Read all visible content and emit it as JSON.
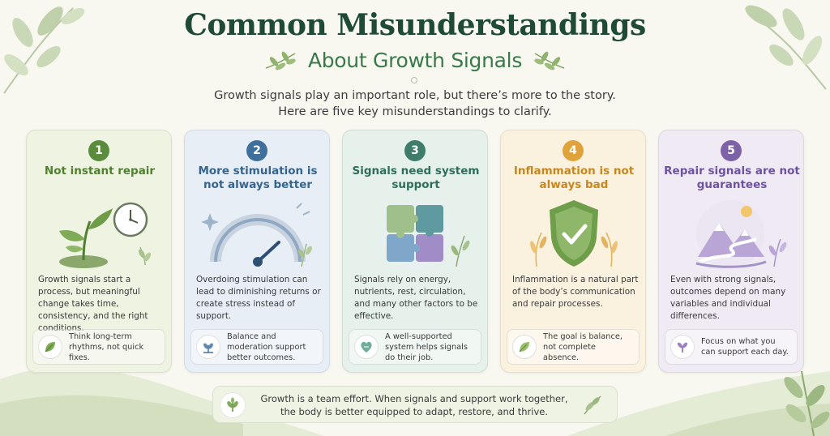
{
  "header": {
    "title": "Common Misunderstandings",
    "subtitle": "About Growth Signals",
    "intro_line1": "Growth signals play an important role, but there’s more to the story.",
    "intro_line2": "Here are five key misunderstandings to clarify."
  },
  "cards": [
    {
      "number": "1",
      "title": "Not instant repair",
      "body": "Growth signals start a process, but meaningful change takes time, consistency, and the right conditions.",
      "tip": "Think long-term rhythms, not quick fixes.",
      "icon": "sprout-clock-icon",
      "tip_icon": "leaf-icon",
      "color": "#5b8b3c"
    },
    {
      "number": "2",
      "title": "More stimulation is not always better",
      "body": "Overdoing stimulation can lead to diminishing returns or create stress instead of support.",
      "tip": "Balance and moderation support better outcomes.",
      "icon": "gauge-icon",
      "tip_icon": "plant-balance-icon",
      "color": "#3f6f9a"
    },
    {
      "number": "3",
      "title": "Signals need system support",
      "body": "Signals rely on energy, nutrients, rest, circulation, and many other factors to be effective.",
      "tip": "A well-supported system helps signals do their job.",
      "icon": "puzzle-icon",
      "tip_icon": "heart-leaf-icon",
      "color": "#3f7d6a"
    },
    {
      "number": "4",
      "title": "Inflammation is not always bad",
      "body": "Inflammation is a natural part of the body’s communication and repair processes.",
      "tip": "The goal is balance, not complete absence.",
      "icon": "shield-check-icon",
      "tip_icon": "leaf-icon",
      "color": "#e0a23a"
    },
    {
      "number": "5",
      "title": "Repair signals are not guarantees",
      "body": "Even with strong signals, outcomes depend on many variables and individual differences.",
      "tip": "Focus on what you can support each day.",
      "icon": "mountain-path-icon",
      "tip_icon": "sprout-icon",
      "color": "#7d62a8"
    }
  ],
  "footer": {
    "line1": "Growth is a team effort. When signals and support work together,",
    "line2": "the body is better equipped to adapt, restore, and thrive."
  }
}
